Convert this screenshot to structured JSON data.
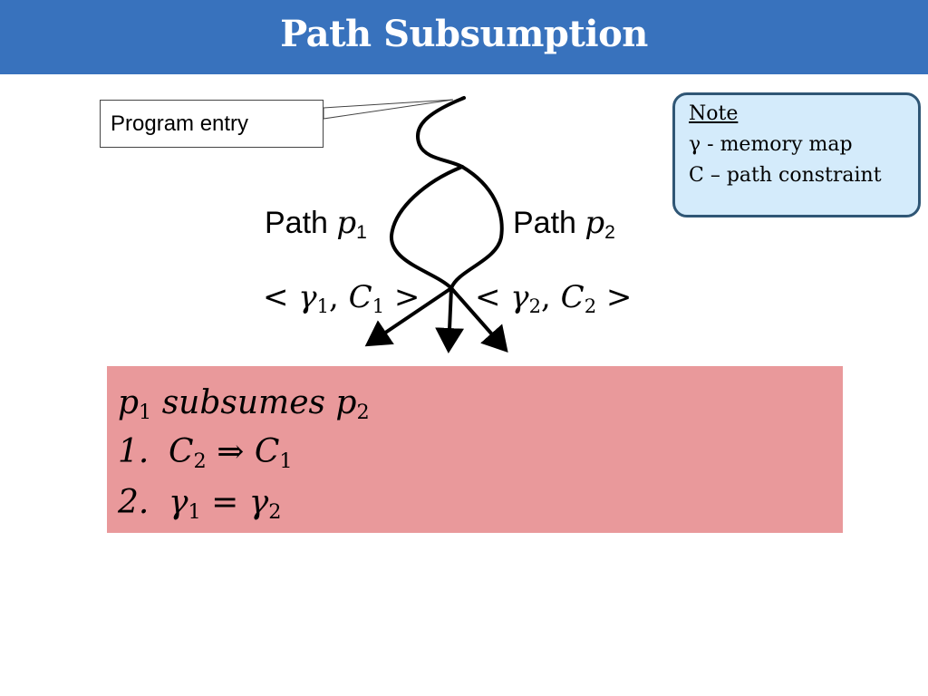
{
  "title": "Path Subsumption",
  "callout": {
    "text": "Program entry"
  },
  "note": {
    "title": "Note",
    "line1": "γ - memory map",
    "line2": "C – path constraint"
  },
  "paths": [
    {
      "word": "Path",
      "var": "p",
      "sub": "1"
    },
    {
      "word": "Path",
      "var": "p",
      "sub": "2"
    }
  ],
  "states": [
    {
      "open": "< ",
      "gamma": "γ",
      "gsub": "1",
      "sep": ", ",
      "c": "C",
      "csub": "1",
      "close": " >"
    },
    {
      "open": "< ",
      "gamma": "γ",
      "gsub": "2",
      "sep": ", ",
      "c": "C",
      "csub": "2",
      "close": " >"
    }
  ],
  "subsumption": {
    "head": {
      "a": "p",
      "asub": "1",
      "verb": " subsumes ",
      "b": "p",
      "bsub": "2"
    },
    "items": [
      {
        "num": "1.",
        "lhs": "C",
        "lhs_sub": "2",
        "op": " ⇒ ",
        "rhs": "C",
        "rhs_sub": "1"
      },
      {
        "num": "2.",
        "lhs": "γ",
        "lhs_sub": "1",
        "op": " = ",
        "rhs": "γ",
        "rhs_sub": "2"
      }
    ]
  },
  "colors": {
    "title_bar": "#3872bd",
    "note_bg": "#d4ebfb",
    "note_border": "#2f5675",
    "result_bg": "#e9999b"
  }
}
